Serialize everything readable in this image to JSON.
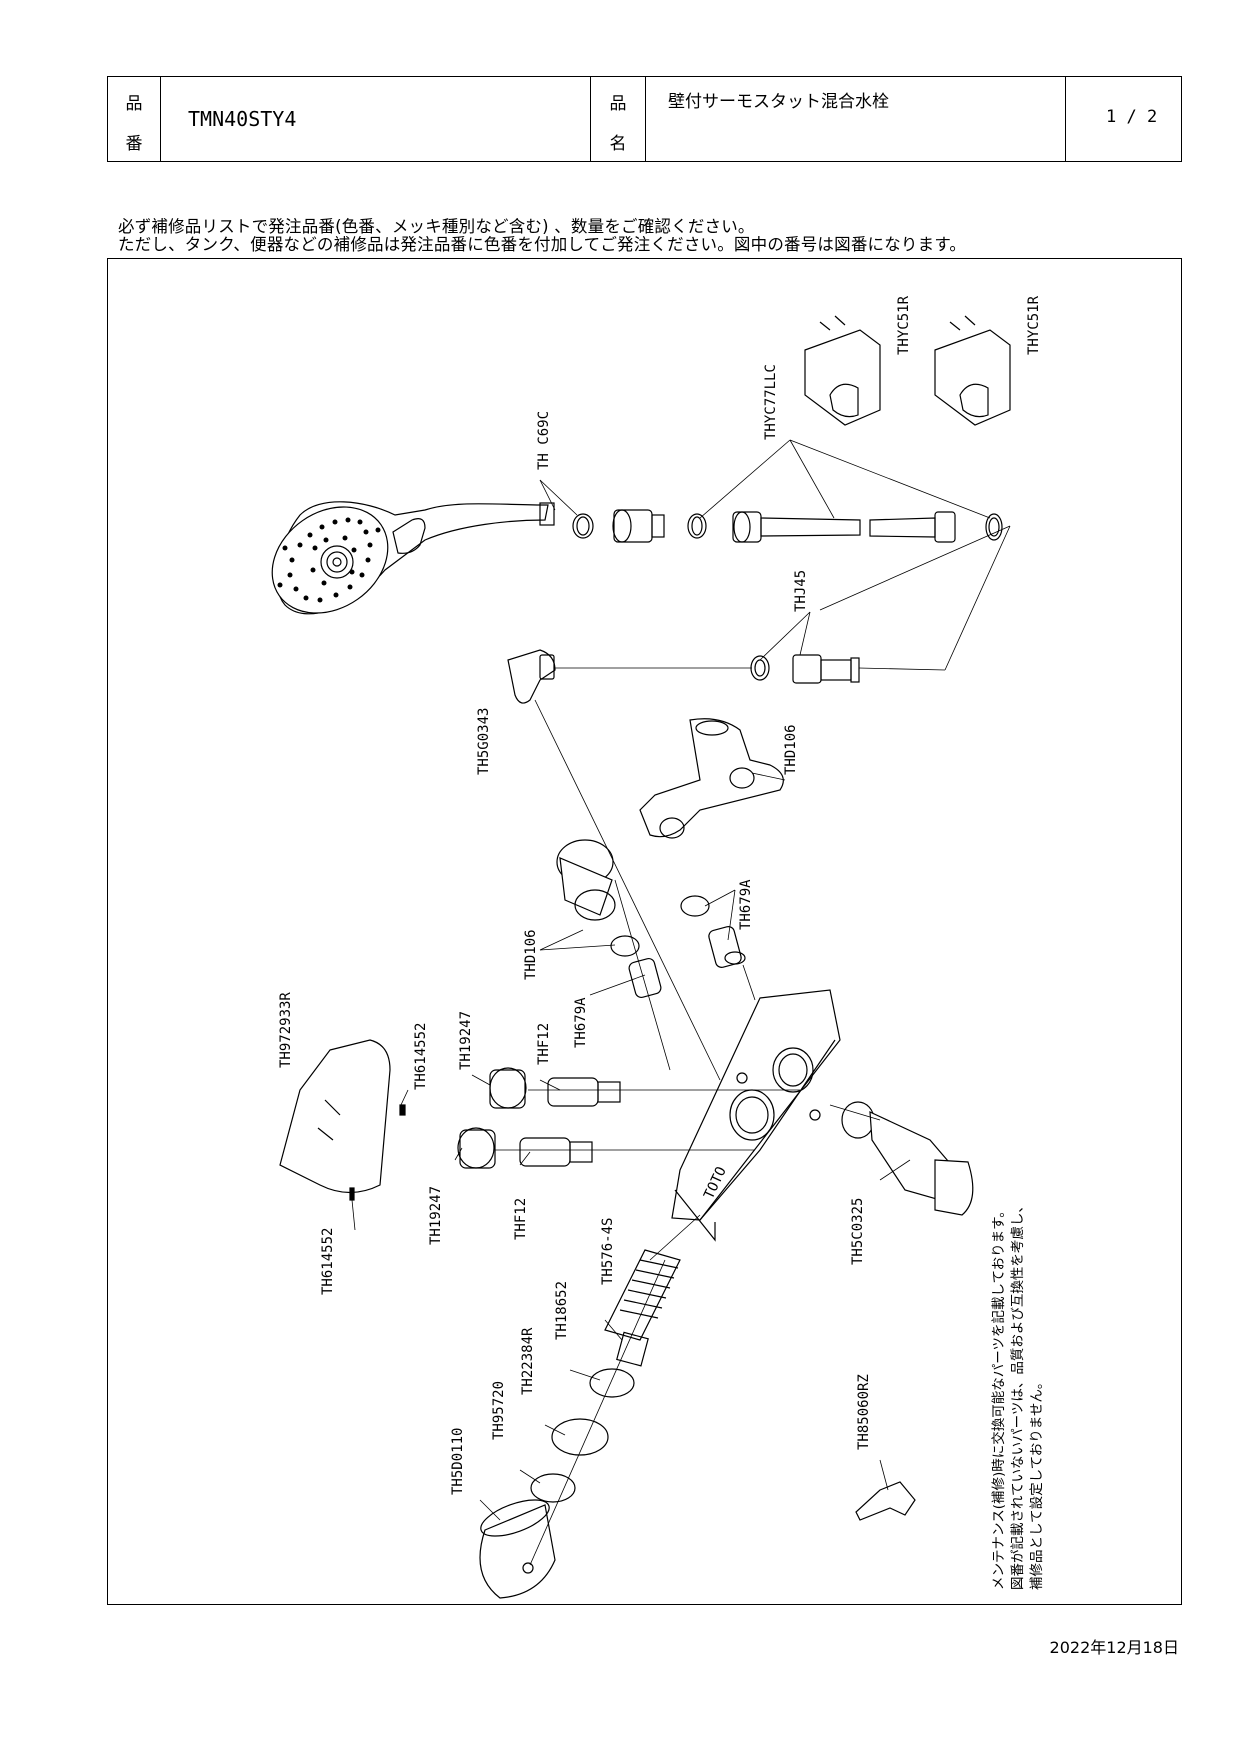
{
  "header": {
    "part_no_label_1": "品",
    "part_no_label_2": "番",
    "part_no": "TMN40STY4",
    "name_label_1": "品",
    "name_label_2": "名",
    "name": "壁付サーモスタット混合水栓",
    "page": "1 / 2"
  },
  "notice": {
    "line1": "必ず補修品リストで発注品番(色番、メッキ種別など含む) 、数量をご確認ください。",
    "line2": "ただし、タンク、便器などの補修品は発注品番に色番を付加してご発注ください。図中の番号は図番になります。"
  },
  "parts": {
    "thc69c": "TH C69C",
    "thyc77llc": "THYC77LLC",
    "thyc51r_a": "THYC51R",
    "thyc51r_b": "THYC51R",
    "thj45": "THJ45",
    "th5g0343": "TH5G0343",
    "thd106_a": "THD106",
    "th679a_a": "TH679A",
    "thd106_b": "THD106",
    "th679a_b": "TH679A",
    "th972933r": "TH972933R",
    "th614552_a": "TH614552",
    "th19247_a": "TH19247",
    "thf12_a": "THF12",
    "th19247_b": "TH19247",
    "thf12_b": "THF12",
    "th614552_b": "TH614552",
    "th576_4s": "TH576-4S",
    "th5c0325": "TH5C0325",
    "th18652": "TH18652",
    "th22384r": "TH22384R",
    "th95720": "TH95720",
    "th5d0110": "TH5D0110",
    "th85060rz": "TH85060RZ",
    "brand": "TOTO"
  },
  "note": {
    "line1": "メンテナンス(補修)時に交換可能なパーツを記載しております。",
    "line2": "図番が記載されていないパーツは、品質および互換性を考慮し、",
    "line3": "補修品として設定しておりません。"
  },
  "date": "2022年12月18日"
}
